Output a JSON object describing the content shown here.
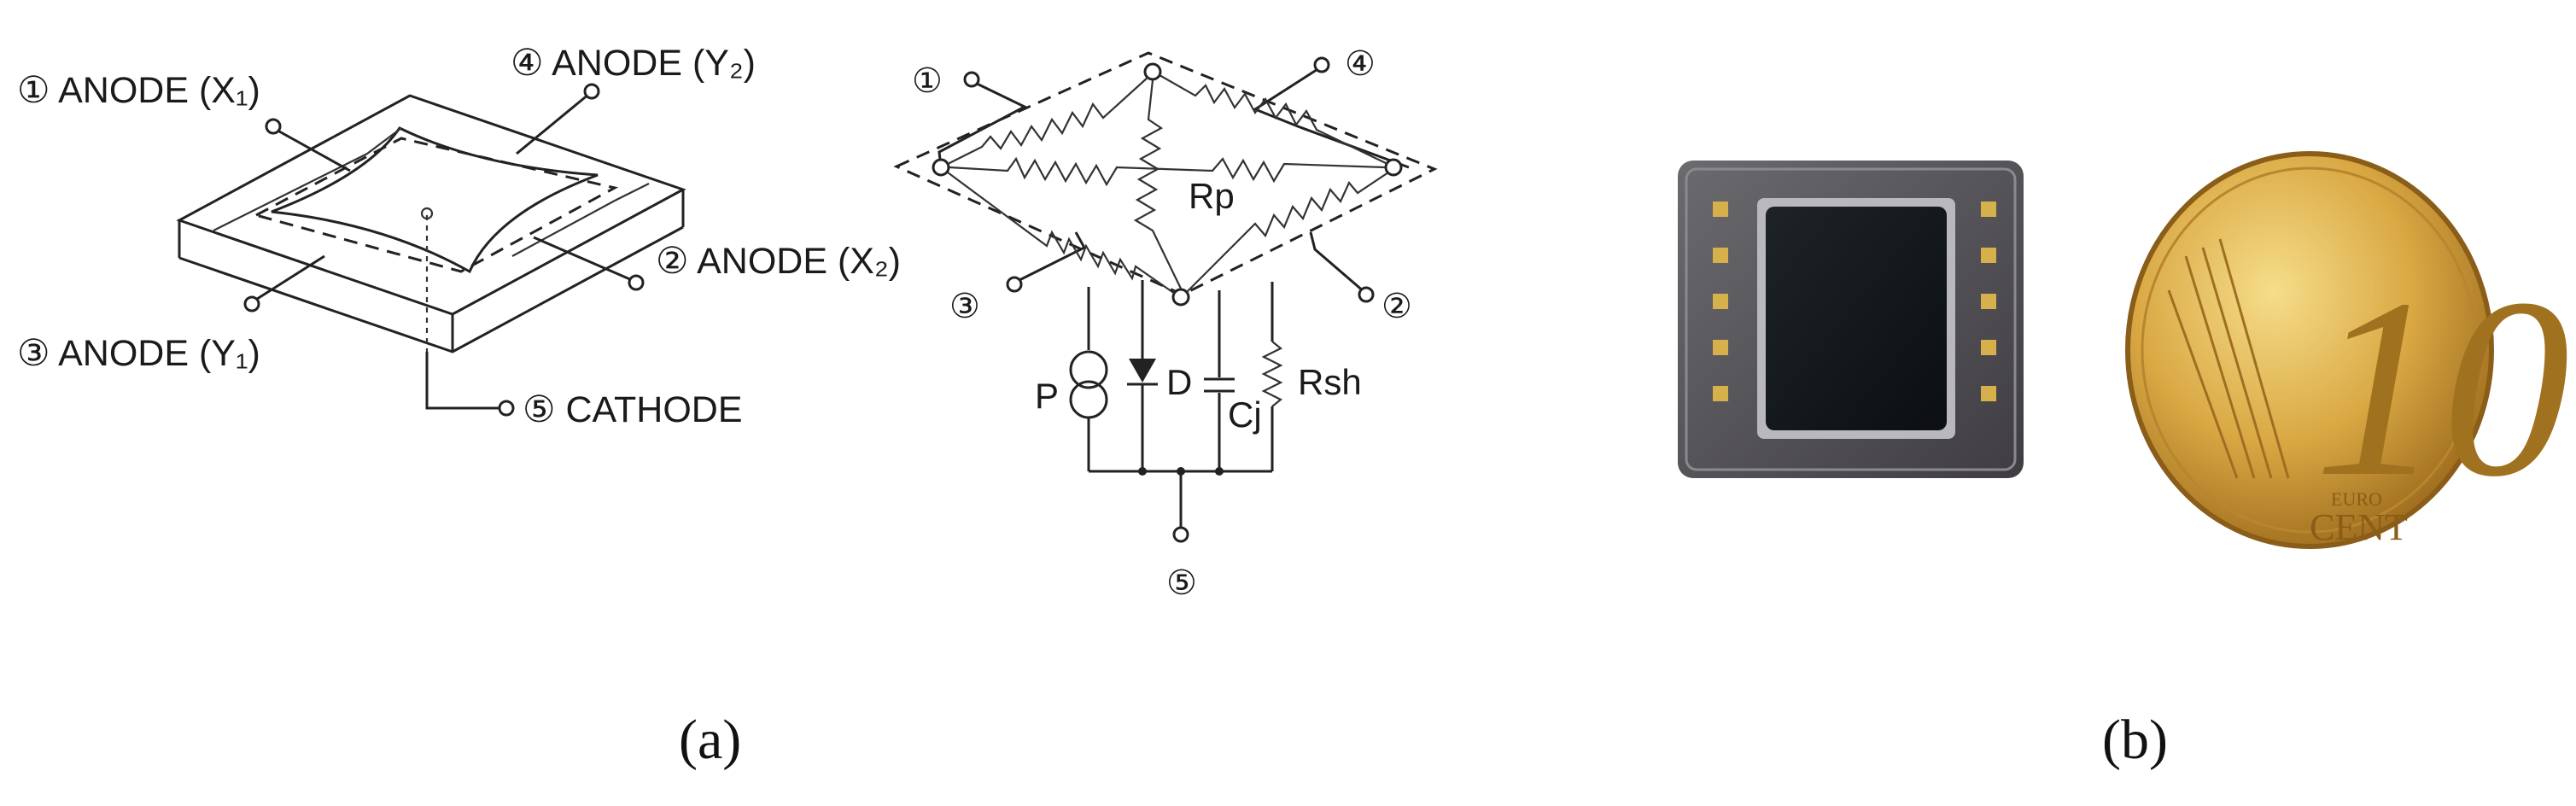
{
  "figure_a": {
    "caption": "(a)",
    "sensor": {
      "anode_x1": "① ANODE (X₁)",
      "anode_y2": "④ ANODE (Y₂)",
      "anode_x2": "② ANODE (X₂)",
      "anode_y1": "③ ANODE (Y₁)",
      "cathode": "⑤ CATHODE"
    },
    "circuit": {
      "pin1": "①",
      "pin2": "②",
      "pin3": "③",
      "pin4": "④",
      "pin5": "⑤",
      "rp": "Rp",
      "p": "P",
      "d": "D",
      "cj": "Cj",
      "rsh": "Rsh"
    }
  },
  "figure_b": {
    "caption": "(b)",
    "coin": {
      "denomination": "10",
      "euro": "EURO",
      "cent": "CENT"
    }
  }
}
